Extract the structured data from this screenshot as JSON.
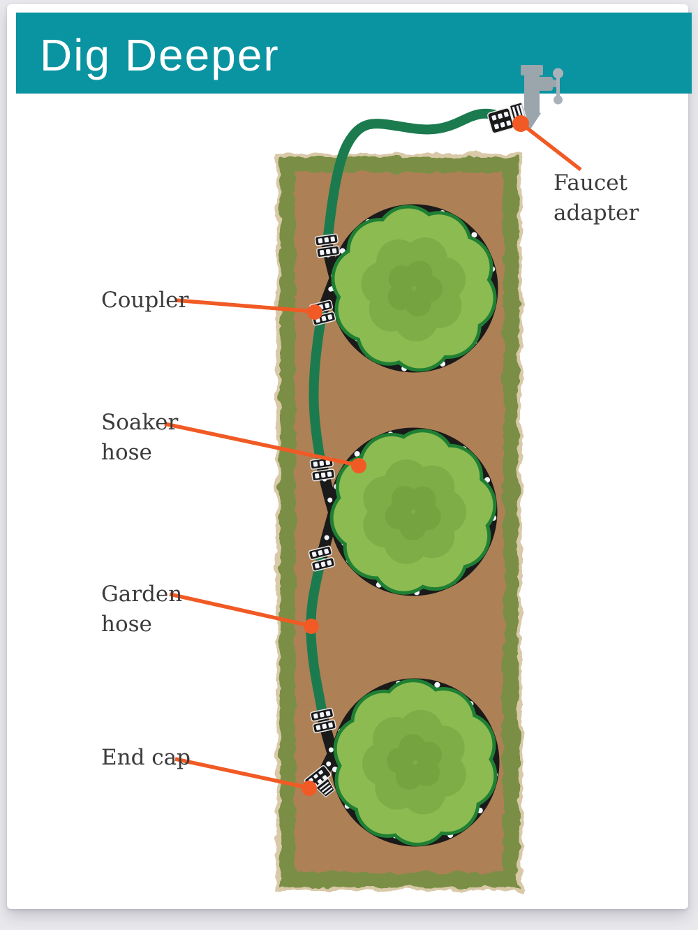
{
  "header": {
    "title": "Dig Deeper",
    "background_color": "#0a93a0",
    "text_color": "#ffffff"
  },
  "labels": {
    "faucet_adapter": "Faucet\nadapter",
    "coupler": "Coupler",
    "soaker_hose": "Soaker\nhose",
    "garden_hose": "Garden\nhose",
    "end_cap": "End cap"
  },
  "diagram": {
    "description_parts": [
      "faucet-icon",
      "faucet-adapter-icon",
      "garden-hose-line",
      "coupler-icon",
      "soaker-hose-loop",
      "end-cap-icon",
      "garden-bed",
      "plant"
    ],
    "plant_count": 3,
    "coupler_count": 5
  },
  "colors": {
    "accent_orange": "#f15a24",
    "hose_green": "#1b7b4e",
    "soaker_black": "#1a1a1a",
    "soaker_dot_white": "#f4f6ff",
    "soil_brown": "#ae8057",
    "grass_green": "#7a8f45",
    "bed_fringe_beige": "#d9c9a8",
    "plant_green": "#8cbb51",
    "plant_mid_green": "#7ead48",
    "plant_deep_green": "#75a33f",
    "plant_outline_green": "#1f8034",
    "faucet_gray": "#9aa5ac",
    "label_text": "#3b3b3b"
  }
}
